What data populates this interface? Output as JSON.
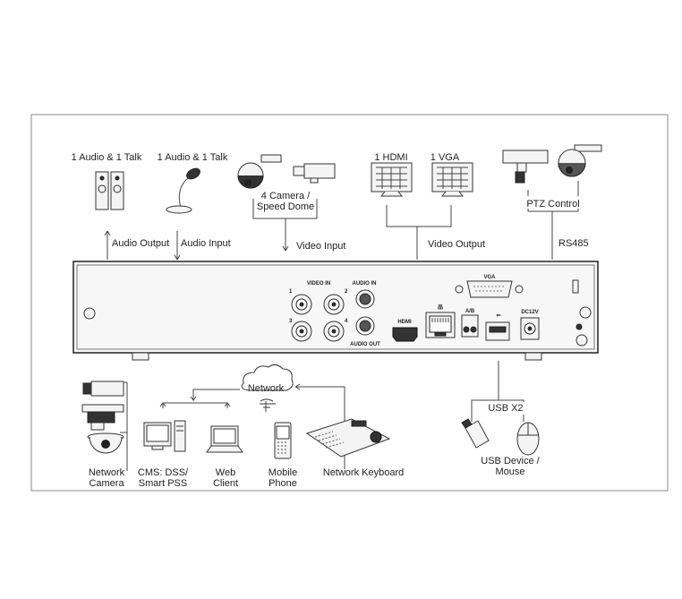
{
  "audio_out_device": "1 Audio  & 1 Talk",
  "audio_in_device": "1 Audio & 1 Talk",
  "camera_label": "4 Camera /\nSpeed Dome",
  "hdmi_label": "1 HDMI",
  "vga_label": "1 VGA",
  "ptz_label": "PTZ Control",
  "audio_output": "Audio  Output",
  "audio_input": "Audio  Input",
  "video_input": "Video Input",
  "video_output": "Video Output",
  "rs485": "RS485",
  "panel": {
    "video_in": "VIDEO IN",
    "audio_in": "AUDIO IN",
    "audio_out": "AUDIO OUT",
    "hdmi": "HDMI",
    "vga": "VGA",
    "ab": "A/B",
    "dc": "DC12V",
    "ch1": "1",
    "ch2": "2",
    "ch3": "3",
    "ch4": "4"
  },
  "network": "Network",
  "usb_x2": "USB X2",
  "network_camera": "Network\nCamera",
  "cms": "CMS: DSS/\nSmart PSS",
  "web_client": "Web\nClient",
  "mobile_phone": "Mobile\nPhone",
  "network_keyboard": "Network Keyboard",
  "usb_device": "USB Device /\nMouse"
}
